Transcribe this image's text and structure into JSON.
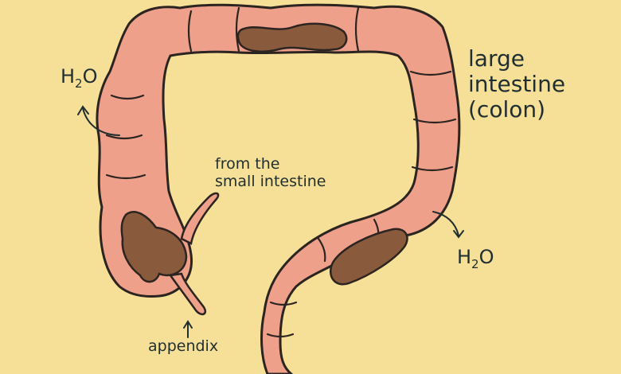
{
  "labels": {
    "organ_line1": "large",
    "organ_line2": "intestine",
    "organ_line3": "(colon)",
    "from_line1": "from the",
    "from_line2": "small intestine",
    "appendix": "appendix"
  },
  "water": {
    "left": {
      "h": "H",
      "sub": "2",
      "o": "O"
    },
    "right": {
      "h": "H",
      "sub": "2",
      "o": "O"
    }
  },
  "colors": {
    "background": "#f6df97",
    "colon_fill": "#eea08a",
    "colon_outline": "#2b2420",
    "stool": "#8a5a3c",
    "text": "#1f2e30"
  }
}
